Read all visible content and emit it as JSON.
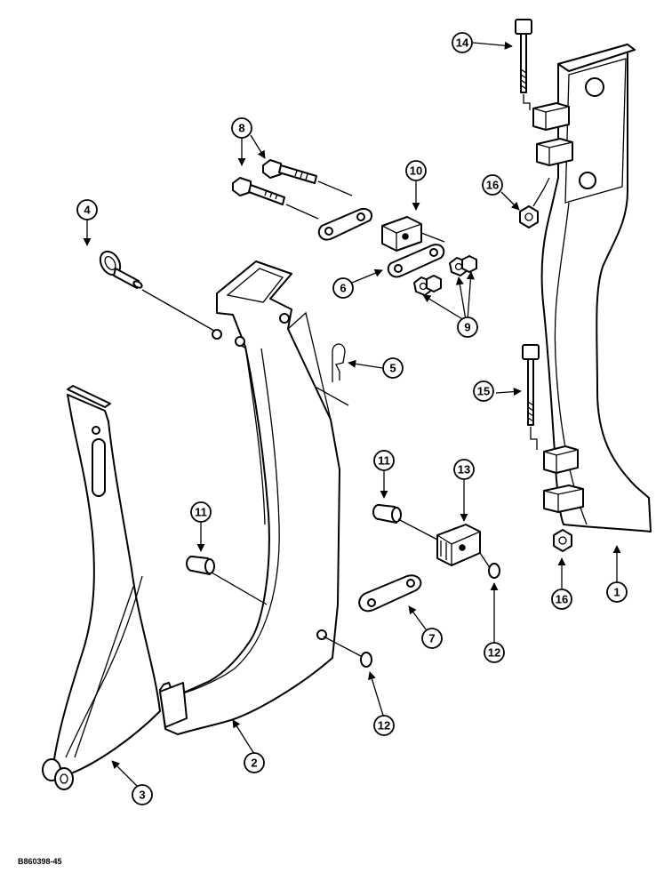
{
  "figure_code": "B860398-45",
  "callouts": [
    "1",
    "2",
    "3",
    "4",
    "5",
    "6",
    "7",
    "8",
    "9",
    "10",
    "11",
    "12",
    "13",
    "14",
    "15",
    "16"
  ]
}
